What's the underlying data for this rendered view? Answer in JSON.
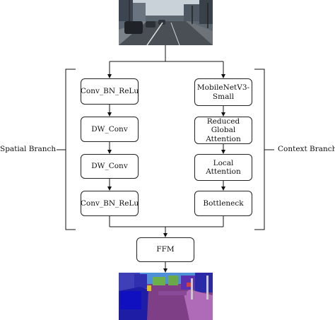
{
  "diagram": {
    "spatial_branch_label": "Spatial Branch",
    "context_branch_label": "Context Branch",
    "spatial_nodes": [
      {
        "label": "Conv_BN_ReLu"
      },
      {
        "label": "DW_Conv"
      },
      {
        "label": "DW_Conv"
      },
      {
        "label": "Conv_BN_ReLu"
      }
    ],
    "context_nodes": [
      {
        "label": "MobileNetV3-Small"
      },
      {
        "label": "Reduced Global Attention"
      },
      {
        "label": "Local Attention"
      },
      {
        "label": "Bottleneck"
      }
    ],
    "fusion_node": {
      "label": "FFM"
    }
  }
}
